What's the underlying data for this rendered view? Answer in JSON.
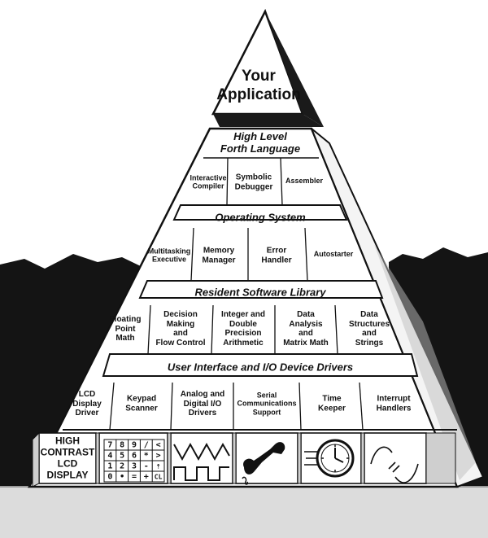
{
  "apex": {
    "label": "Your\nApplication"
  },
  "tiers": [
    {
      "header": "High Level\nForth Language",
      "boxes": [
        "Interactive\nCompiler",
        "Symbolic\nDebugger",
        "Assembler"
      ]
    },
    {
      "header": "Operating System",
      "boxes": [
        "Multitasking\nExecutive",
        "Memory\nManager",
        "Error\nHandler",
        "Autostarter"
      ]
    },
    {
      "header": "Resident Software Library",
      "boxes": [
        "Floating\nPoint\nMath",
        "Decision\nMaking\nand\nFlow Control",
        "Integer and\nDouble\nPrecision\nArithmetic",
        "Data\nAnalysis\nand\nMatrix Math",
        "Data\nStructures\nand\nStrings"
      ]
    },
    {
      "header": "User Interface and I/O Device Drivers",
      "boxes": [
        "LCD\nDisplay\nDriver",
        "Keypad\nScanner",
        "Analog and\nDigital I/O\nDrivers",
        "Serial\nCommunications\nSupport",
        "Time\nKeeper",
        "Interrupt\nHandlers"
      ]
    }
  ],
  "base": {
    "lcd_label": "HIGH\nCONTRAST\nLCD\nDISPLAY",
    "keypad_rows": [
      [
        "7",
        "8",
        "9",
        "/",
        "<"
      ],
      [
        "4",
        "5",
        "6",
        "*",
        ">"
      ],
      [
        "1",
        "2",
        "3",
        "-",
        "⇡"
      ],
      [
        "0",
        "•",
        "=",
        "+",
        "CL"
      ]
    ],
    "icons": [
      "waveform-icon",
      "telephone-icon",
      "clock-icon",
      "interrupt-signal-icon"
    ]
  }
}
